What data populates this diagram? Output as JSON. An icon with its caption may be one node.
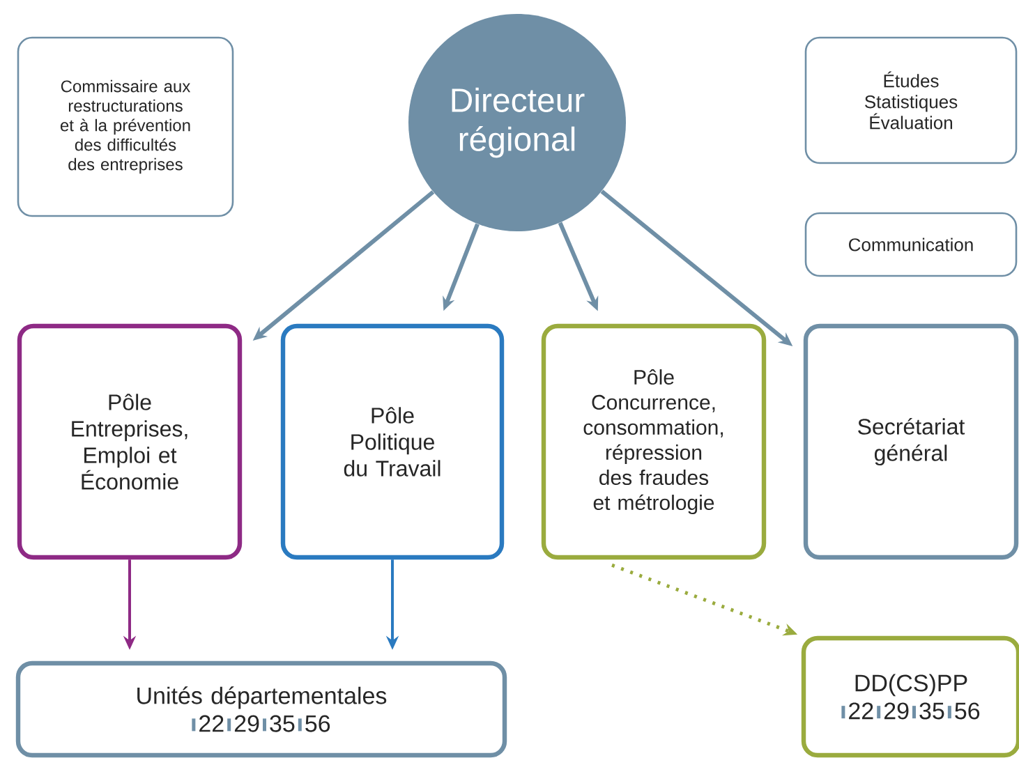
{
  "diagram": {
    "nodes": [
      {
        "text": [
          "Commissaire aux restructurations et à la prévention des difficultés des entreprises"
        ]
      },
      {
        "text": [
          "Directeur régional"
        ]
      },
      {
        "text": [
          "Études Statistiques Évaluation"
        ]
      },
      {
        "text": [
          "Communication"
        ]
      },
      {
        "text": [
          "Pôle Entreprises, Emploi et Économie"
        ]
      },
      {
        "text": [
          "Pôle Politique du Travail"
        ]
      },
      {
        "text": [
          "Pôle Concurrence, consommation, répression des fraudes et métrologie"
        ]
      },
      {
        "text": [
          "Secrétariat général"
        ]
      },
      {
        "text": [
          "Unités départementales",
          "22",
          "29",
          "35",
          "56"
        ]
      },
      {
        "text": [
          "DD(CS)PP",
          "22",
          "29",
          "35",
          "56"
        ]
      }
    ],
    "edges": [
      {
        "from": 1,
        "to": 4,
        "arrow": "to"
      },
      {
        "from": 1,
        "to": 5,
        "arrow": "to"
      },
      {
        "from": 1,
        "to": 6,
        "arrow": "to"
      },
      {
        "from": 1,
        "to": 7,
        "arrow": "to"
      },
      {
        "from": 4,
        "to": 8,
        "arrow": "to",
        "color": "#8e2a85"
      },
      {
        "from": 5,
        "to": 8,
        "arrow": "to",
        "color": "#2a7ac0"
      },
      {
        "from": 6,
        "to": 9,
        "arrow": "to",
        "style": "dashed",
        "color": "#9aab3e"
      }
    ]
  }
}
